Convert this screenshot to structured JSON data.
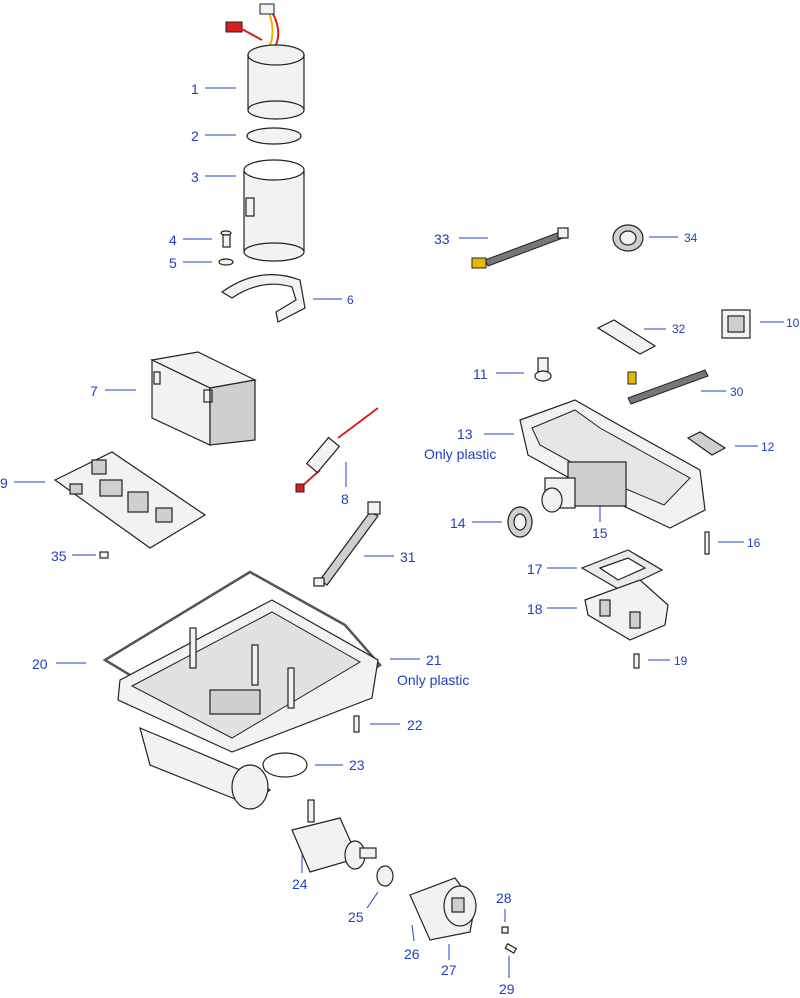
{
  "callouts": [
    {
      "id": "1",
      "text": "1"
    },
    {
      "id": "2",
      "text": "2"
    },
    {
      "id": "3",
      "text": "3"
    },
    {
      "id": "4",
      "text": "4"
    },
    {
      "id": "5",
      "text": "5"
    },
    {
      "id": "6",
      "text": "6"
    },
    {
      "id": "7",
      "text": "7"
    },
    {
      "id": "8",
      "text": "8"
    },
    {
      "id": "9",
      "text": "9"
    },
    {
      "id": "10",
      "text": "10"
    },
    {
      "id": "11",
      "text": "11"
    },
    {
      "id": "12",
      "text": "12"
    },
    {
      "id": "13",
      "text": "13"
    },
    {
      "id": "14",
      "text": "14"
    },
    {
      "id": "15",
      "text": "15"
    },
    {
      "id": "16",
      "text": "16"
    },
    {
      "id": "17",
      "text": "17"
    },
    {
      "id": "18",
      "text": "18"
    },
    {
      "id": "19",
      "text": "19"
    },
    {
      "id": "20",
      "text": "20"
    },
    {
      "id": "21",
      "text": "21"
    },
    {
      "id": "22",
      "text": "22"
    },
    {
      "id": "23",
      "text": "23"
    },
    {
      "id": "24",
      "text": "24"
    },
    {
      "id": "25",
      "text": "25"
    },
    {
      "id": "26",
      "text": "26"
    },
    {
      "id": "27",
      "text": "27"
    },
    {
      "id": "28",
      "text": "28"
    },
    {
      "id": "29",
      "text": "29"
    },
    {
      "id": "30",
      "text": "30"
    },
    {
      "id": "31",
      "text": "31"
    },
    {
      "id": "32",
      "text": "32"
    },
    {
      "id": "33",
      "text": "33"
    },
    {
      "id": "34",
      "text": "34"
    },
    {
      "id": "35",
      "text": "35"
    }
  ],
  "notes": {
    "note_13": "Only plastic",
    "note_21": "Only plastic"
  },
  "colors": {
    "label": "#1f3fbf",
    "wire_red": "#d62020",
    "wire_yellow": "#e8b800"
  }
}
